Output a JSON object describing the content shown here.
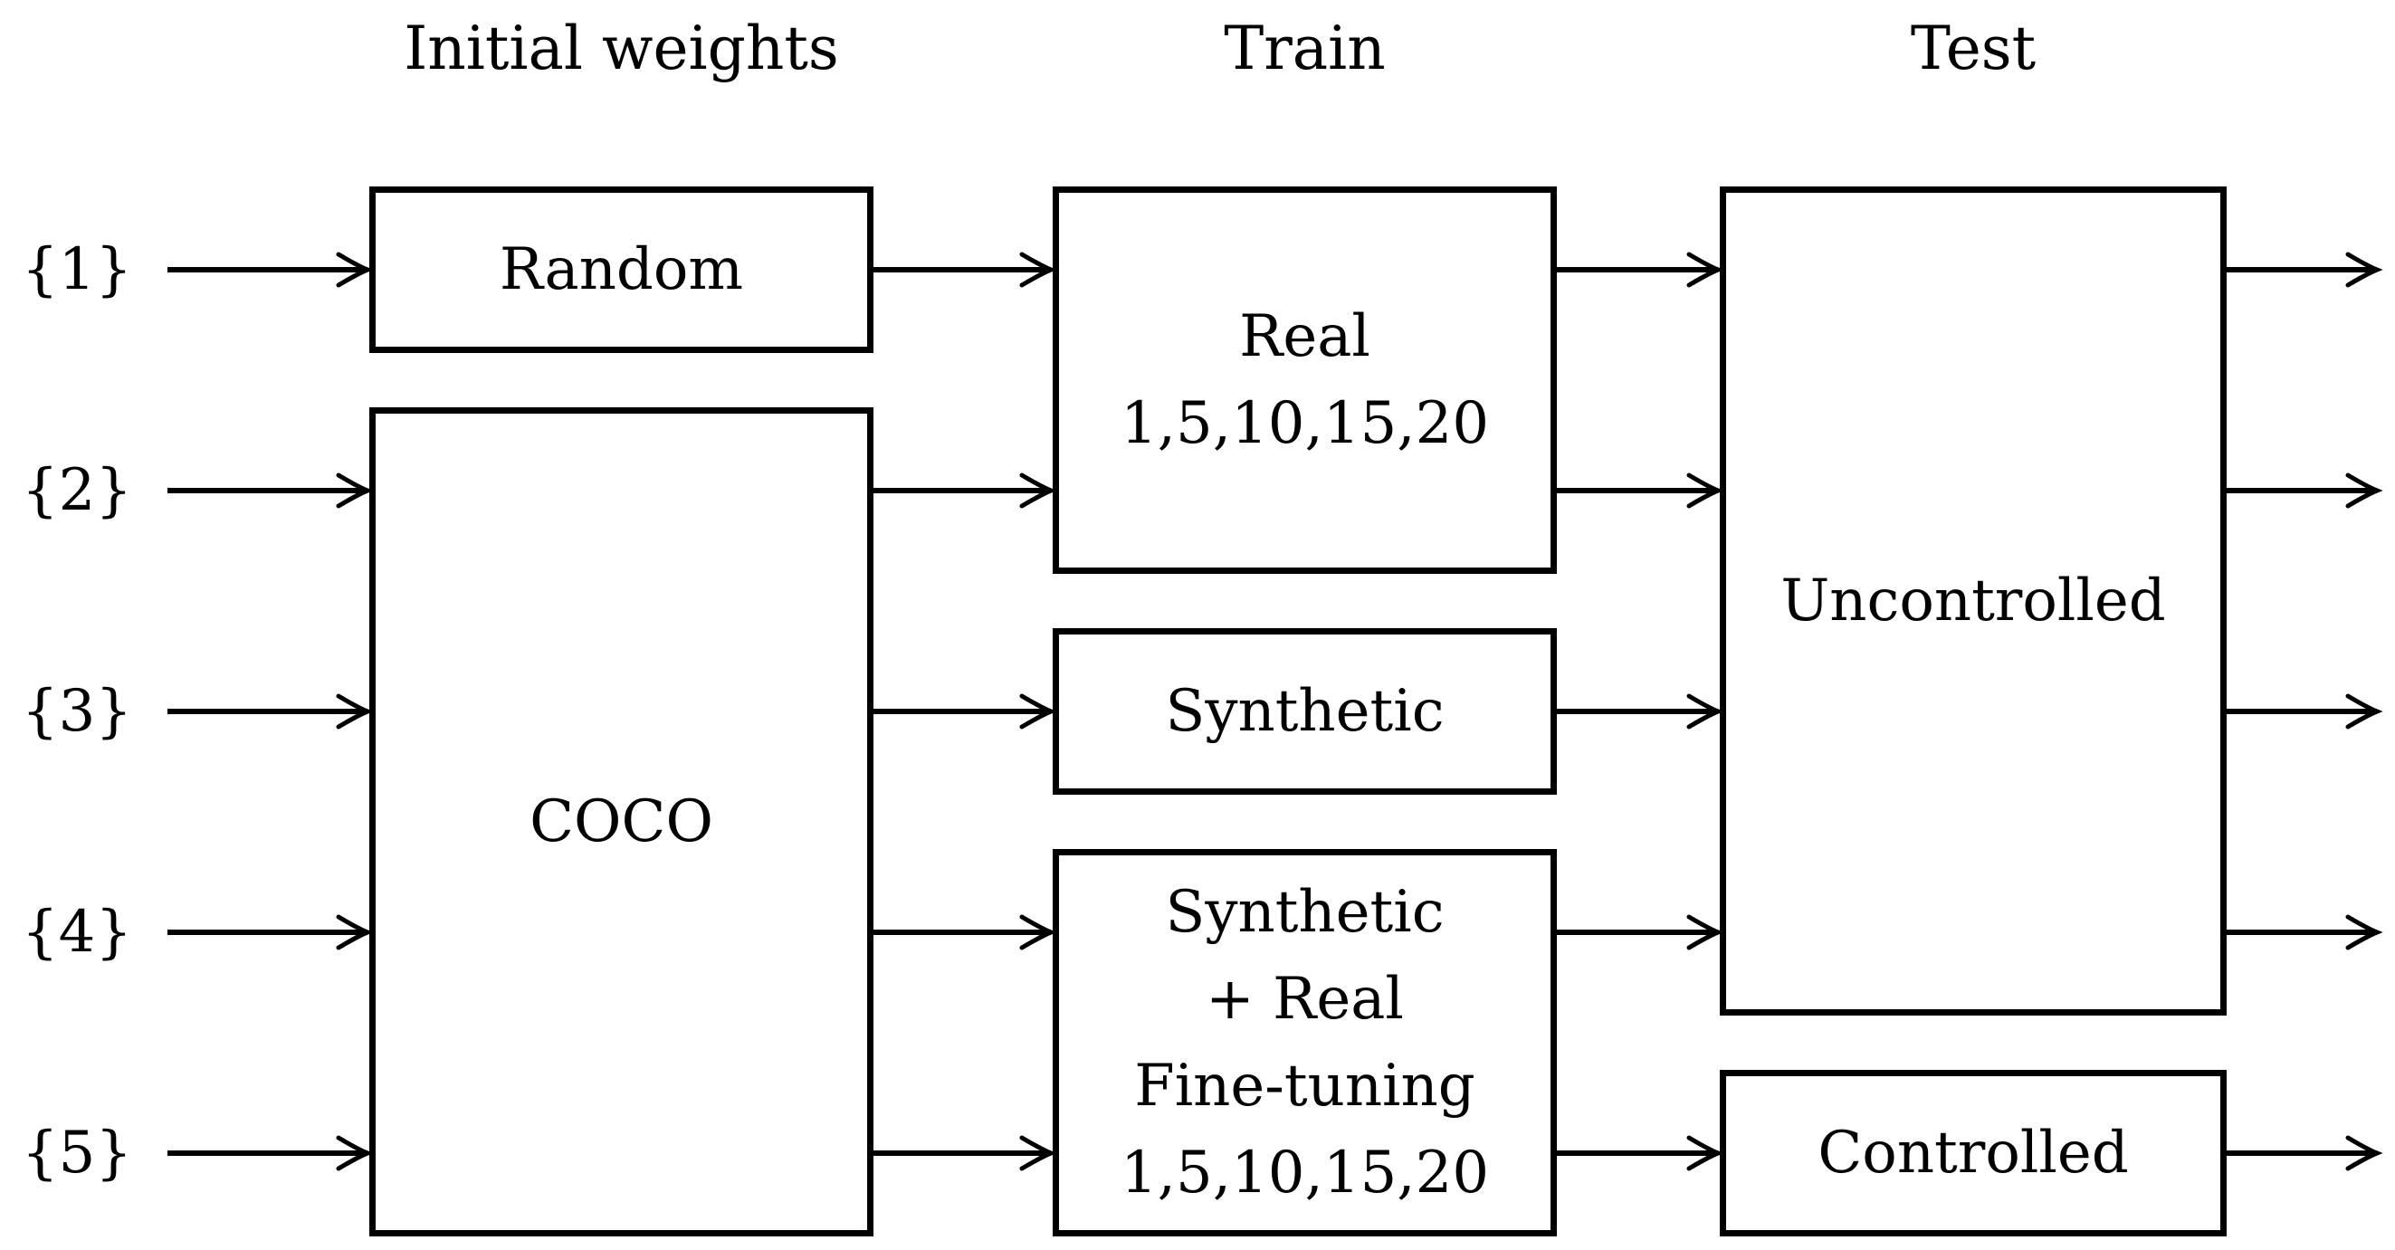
{
  "headers": [
    {
      "label": "Initial weights"
    },
    {
      "label": "Train"
    },
    {
      "label": "Test"
    }
  ],
  "row_labels": [
    "{1}",
    "{2}",
    "{3}",
    "{4}",
    "{5}"
  ],
  "boxes": {
    "random": {
      "label": "Random"
    },
    "coco": {
      "label": "COCO"
    },
    "real": {
      "lines": [
        "Real",
        "1,5,10,15,20"
      ]
    },
    "synthetic": {
      "label": "Synthetic"
    },
    "synthetic_real": {
      "lines": [
        "Synthetic",
        "+ Real",
        "Fine-tuning",
        "1,5,10,15,20"
      ]
    },
    "uncontrolled": {
      "label": "Uncontrolled"
    },
    "controlled": {
      "label": "Controlled"
    }
  },
  "colors": {
    "stroke": "#000000",
    "background": "#ffffff"
  }
}
